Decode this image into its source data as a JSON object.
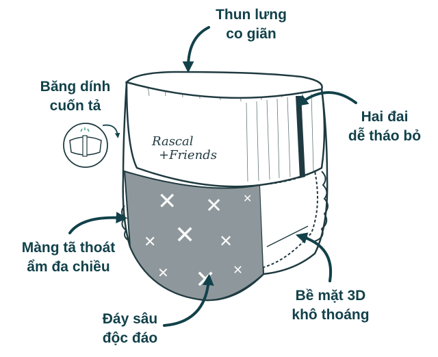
{
  "colors": {
    "text": "#12414a",
    "outline": "#1f3a40",
    "print_gray": "#8e979b",
    "arrow": "#12414a"
  },
  "logo": {
    "line1": "Rascal",
    "line2": "+Friends"
  },
  "labels": {
    "waistband": {
      "line1": "Thun lưng",
      "line2": "co giãn"
    },
    "tape": {
      "line1": "Băng dính",
      "line2": "cuốn tả"
    },
    "side_tabs": {
      "line1": "Hai đai",
      "line2": "dễ tháo bỏ"
    },
    "breathable": {
      "line1": "Màng tã thoát",
      "line2": "ẩm đa chiều"
    },
    "deep_bottom": {
      "line1": "Đáy sâu",
      "line2": "độc đáo"
    },
    "surface_3d": {
      "line1": "Bề mặt 3D",
      "line2": "khô thoáng"
    }
  }
}
